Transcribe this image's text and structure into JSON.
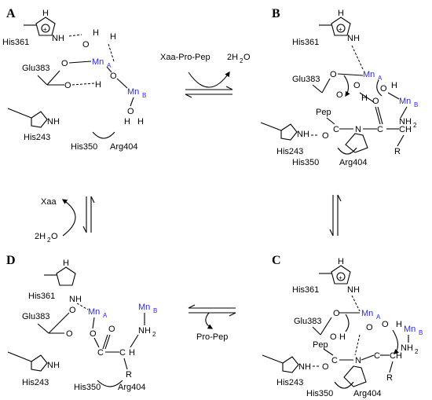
{
  "panels": {
    "A": "A",
    "B": "B",
    "C": "C",
    "D": "D"
  },
  "residues": {
    "his361": "His361",
    "glu383": "Glu383",
    "his243": "His243",
    "his350": "His350",
    "arg404": "Arg404"
  },
  "atoms": {
    "mn_a": "Mn",
    "mn_a_sub": "A",
    "mn_b": "Mn",
    "mn_b_sub": "B",
    "O": "O",
    "H": "H",
    "N": "N",
    "NH": "NH",
    "H_plus": "+",
    "NH2": "NH",
    "NH2_sub": "2",
    "C": "C",
    "CH": "CH",
    "R": "R",
    "pep": "Pep"
  },
  "arrows": {
    "top_in": "Xaa-Pro-Pep",
    "top_out_pre": "2H",
    "top_out_sub": "2",
    "top_out_post": "O",
    "left_out": "Xaa",
    "left_in_pre": "2H",
    "left_in_sub": "2",
    "left_in_post": "O",
    "bottom_out": "Pro-Pep"
  }
}
